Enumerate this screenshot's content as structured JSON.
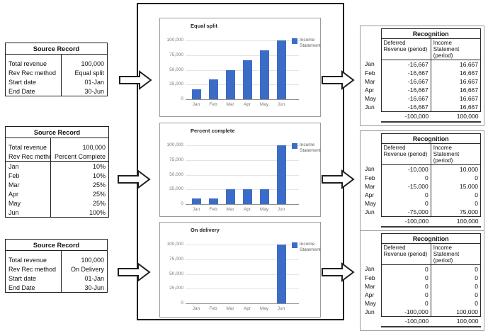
{
  "colors": {
    "bar": "#3c6cc8",
    "grid": "#e4e4e4",
    "axis_text": "#7a7a7a",
    "table_border": "#1f1f1f"
  },
  "source_records": [
    {
      "title": "Source Record",
      "fields": [
        {
          "label": "Total revenue",
          "value": "100,000"
        },
        {
          "label": "Rev Rec method",
          "value": "Equal split"
        },
        {
          "label": "Start date",
          "value": "01-Jan"
        },
        {
          "label": "End Date",
          "value": "30-Jun"
        }
      ],
      "schedule": []
    },
    {
      "title": "Source Record",
      "fields": [
        {
          "label": "Total revenue",
          "value": "100,000"
        },
        {
          "label": "Rev Rec method",
          "value": "Percent Complete"
        }
      ],
      "schedule": [
        {
          "label": "Jan",
          "value": "10%"
        },
        {
          "label": "Feb",
          "value": "10%"
        },
        {
          "label": "Mar",
          "value": "25%"
        },
        {
          "label": "Apr",
          "value": "25%"
        },
        {
          "label": "May",
          "value": "25%"
        },
        {
          "label": "Jun",
          "value": "100%"
        }
      ]
    },
    {
      "title": "Source Record",
      "fields": [
        {
          "label": "Total revenue",
          "value": "100,000"
        },
        {
          "label": "Rev Rec method",
          "value": "On Delivery"
        },
        {
          "label": "Start date",
          "value": "01-Jan"
        },
        {
          "label": "End Date",
          "value": "30-Jun"
        }
      ],
      "schedule": []
    }
  ],
  "chart_data": [
    {
      "type": "bar",
      "title": "Equal split",
      "categories": [
        "Jan",
        "Feb",
        "Mar",
        "Apr",
        "May",
        "Jun"
      ],
      "series": [
        {
          "name": "Income Statement",
          "values": [
            16667,
            33333,
            50000,
            66667,
            83333,
            100000
          ]
        }
      ],
      "ylim": [
        0,
        100000
      ],
      "yticks": [
        {
          "value": 0,
          "label": "0"
        },
        {
          "value": 25000,
          "label": "25,000"
        },
        {
          "value": 50000,
          "label": "50,000"
        },
        {
          "value": 75000,
          "label": "75,000"
        },
        {
          "value": 100000,
          "label": "100,000"
        }
      ],
      "grid": true,
      "legend_position": "right"
    },
    {
      "type": "bar",
      "title": "Percent complete",
      "categories": [
        "Jan",
        "Feb",
        "Mar",
        "Apr",
        "May",
        "Jun"
      ],
      "series": [
        {
          "name": "Income Statement",
          "values": [
            10000,
            10000,
            25000,
            25000,
            25000,
            100000
          ]
        }
      ],
      "ylim": [
        0,
        100000
      ],
      "yticks": [
        {
          "value": 0,
          "label": "0"
        },
        {
          "value": 25000,
          "label": "25,000"
        },
        {
          "value": 50000,
          "label": "50,000"
        },
        {
          "value": 75000,
          "label": "75,000"
        },
        {
          "value": 100000,
          "label": "100,000"
        }
      ],
      "grid": true,
      "legend_position": "right"
    },
    {
      "type": "bar",
      "title": "On delivery",
      "categories": [
        "Jan",
        "Feb",
        "Mar",
        "Apr",
        "May",
        "Jun"
      ],
      "series": [
        {
          "name": "Income Statement",
          "values": [
            0,
            0,
            0,
            0,
            0,
            100000
          ]
        }
      ],
      "ylim": [
        0,
        100000
      ],
      "yticks": [
        {
          "value": 0,
          "label": "0"
        },
        {
          "value": 25000,
          "label": "25,000"
        },
        {
          "value": 50000,
          "label": "50,000"
        },
        {
          "value": 75000,
          "label": "75,000"
        },
        {
          "value": 100000,
          "label": "100,000"
        }
      ],
      "grid": true,
      "legend_position": "right"
    }
  ],
  "recognition_tables": [
    {
      "title": "Recognition",
      "columns": [
        "Deferred Revenue (period)",
        "Income Statement (period)"
      ],
      "rows": [
        {
          "month": "Jan",
          "deferred": "-16,667",
          "income": "16,667"
        },
        {
          "month": "Feb",
          "deferred": "-16,667",
          "income": "16,667"
        },
        {
          "month": "Mar",
          "deferred": "-16,667",
          "income": "16,667"
        },
        {
          "month": "Apr",
          "deferred": "-16,667",
          "income": "16,667"
        },
        {
          "month": "May",
          "deferred": "-16,667",
          "income": "16,667"
        },
        {
          "month": "Jun",
          "deferred": "-16,667",
          "income": "16,667"
        }
      ],
      "total": {
        "deferred": "-100,000",
        "income": "100,000"
      }
    },
    {
      "title": "Recognition",
      "columns": [
        "Deferred Revenue (period)",
        "Income Statement (period)"
      ],
      "rows": [
        {
          "month": "Jan",
          "deferred": "-10,000",
          "income": "10,000"
        },
        {
          "month": "Feb",
          "deferred": "0",
          "income": "0"
        },
        {
          "month": "Mar",
          "deferred": "-15,000",
          "income": "15,000"
        },
        {
          "month": "Apr",
          "deferred": "0",
          "income": "0"
        },
        {
          "month": "May",
          "deferred": "0",
          "income": "0"
        },
        {
          "month": "Jun",
          "deferred": "-75,000",
          "income": "75,000"
        }
      ],
      "total": {
        "deferred": "-100,000",
        "income": "100,000"
      }
    },
    {
      "title": "Recognition",
      "columns": [
        "Deferred Revenue (period)",
        "Income Statement (period)"
      ],
      "rows": [
        {
          "month": "Jan",
          "deferred": "0",
          "income": "0"
        },
        {
          "month": "Feb",
          "deferred": "0",
          "income": "0"
        },
        {
          "month": "Mar",
          "deferred": "0",
          "income": "0"
        },
        {
          "month": "Apr",
          "deferred": "0",
          "income": "0"
        },
        {
          "month": "May",
          "deferred": "0",
          "income": "0"
        },
        {
          "month": "Jun",
          "deferred": "-100,000",
          "income": "100,000"
        }
      ],
      "total": {
        "deferred": "-100,000",
        "income": "100,000"
      }
    }
  ]
}
